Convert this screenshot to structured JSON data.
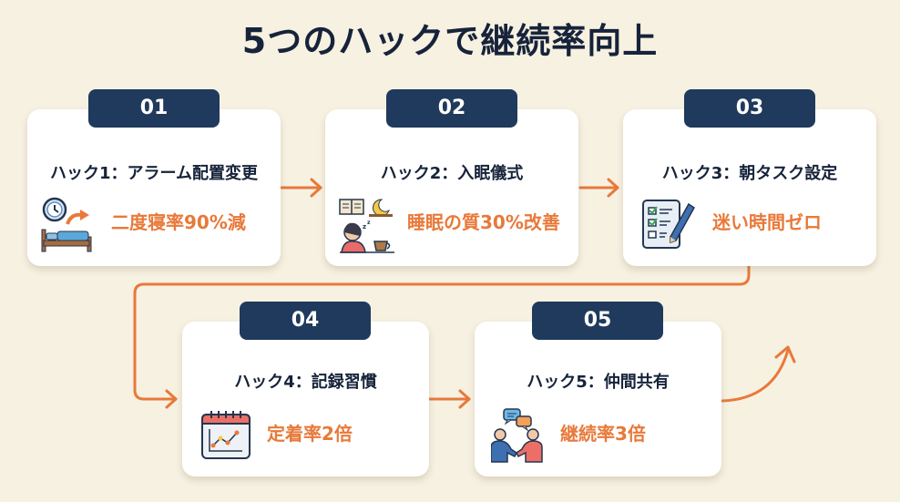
{
  "title": "5つのハックで継続率向上",
  "colors": {
    "background": "#f7f1e2",
    "badge": "#1f3a5c",
    "title_text": "#16233a",
    "accent": "#e8793a",
    "card": "#ffffff"
  },
  "hacks": [
    {
      "number": "01",
      "title": "ハック1：アラーム配置変更",
      "result": "二度寝率90%減",
      "icon": "alarm-clock-bed-icon"
    },
    {
      "number": "02",
      "title": "ハック2：入眠儀式",
      "result": "睡眠の質30%改善",
      "icon": "bedtime-ritual-icon"
    },
    {
      "number": "03",
      "title": "ハック3：朝タスク設定",
      "result": "迷い時間ゼロ",
      "icon": "checklist-pen-icon"
    },
    {
      "number": "04",
      "title": "ハック4：記録習慣",
      "result": "定着率2倍",
      "icon": "calendar-chart-icon"
    },
    {
      "number": "05",
      "title": "ハック5：仲間共有",
      "result": "継続率3倍",
      "icon": "handshake-chat-icon"
    }
  ]
}
